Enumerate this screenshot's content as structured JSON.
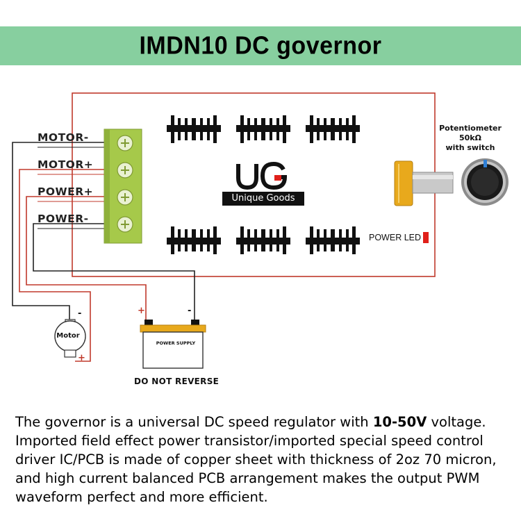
{
  "title": "IMDN10 DC governor",
  "board": {
    "terminals": [
      "MOTOR-",
      "MOTOR+",
      "POWER+",
      "POWER-"
    ],
    "brand_text": "Unique Goods",
    "power_led_label": "POWER LED"
  },
  "potentiometer": {
    "line1": "Potentiometer",
    "line2": "50kΩ",
    "line3": "with switch"
  },
  "motor": {
    "label": "Motor",
    "minus": "-",
    "plus": "+"
  },
  "power_supply": {
    "label": "POWER SUPPLY",
    "plus": "+",
    "minus": "-",
    "warning": "DO NOT REVERSE"
  },
  "description": {
    "part1": "The governor is a universal DC speed regulator with ",
    "highlight": "10-50V",
    "part2": " voltage. Imported field effect power transistor/imported special speed control driver IC/PCB is made of copper sheet with thickness of 2oz 70 micron, and high current balanced PCB arrangement makes the output PWM waveform perfect and more efficient."
  },
  "colors": {
    "banner": "#87cf9f",
    "terminal_block": "#a6c94a",
    "board_outline": "#c0392b",
    "red_wire": "#c0392b",
    "black_wire": "#222222",
    "potentiometer_shaft": "#e8a91c",
    "power_led": "#e0201a"
  }
}
